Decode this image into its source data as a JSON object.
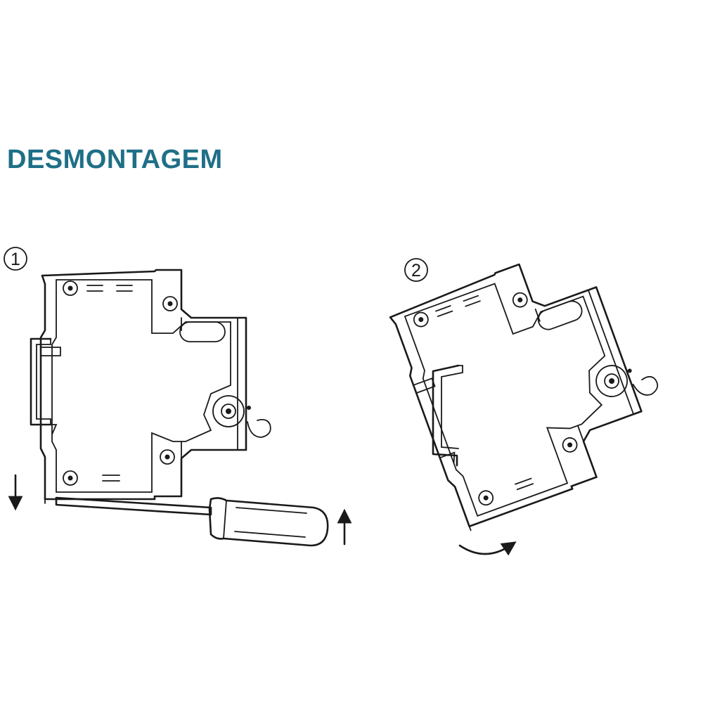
{
  "title": "DESMONTAGEM",
  "colors": {
    "title": "#1f6f87",
    "line": "#1a1a1a"
  },
  "steps": [
    {
      "number": "1",
      "icons": [
        "breaker-side-view-icon",
        "din-rail-icon",
        "screwdriver-icon",
        "arrow-down-icon",
        "arrow-up-icon"
      ]
    },
    {
      "number": "2",
      "icons": [
        "breaker-tilted-icon",
        "din-rail-icon",
        "curved-arrow-icon"
      ]
    }
  ]
}
